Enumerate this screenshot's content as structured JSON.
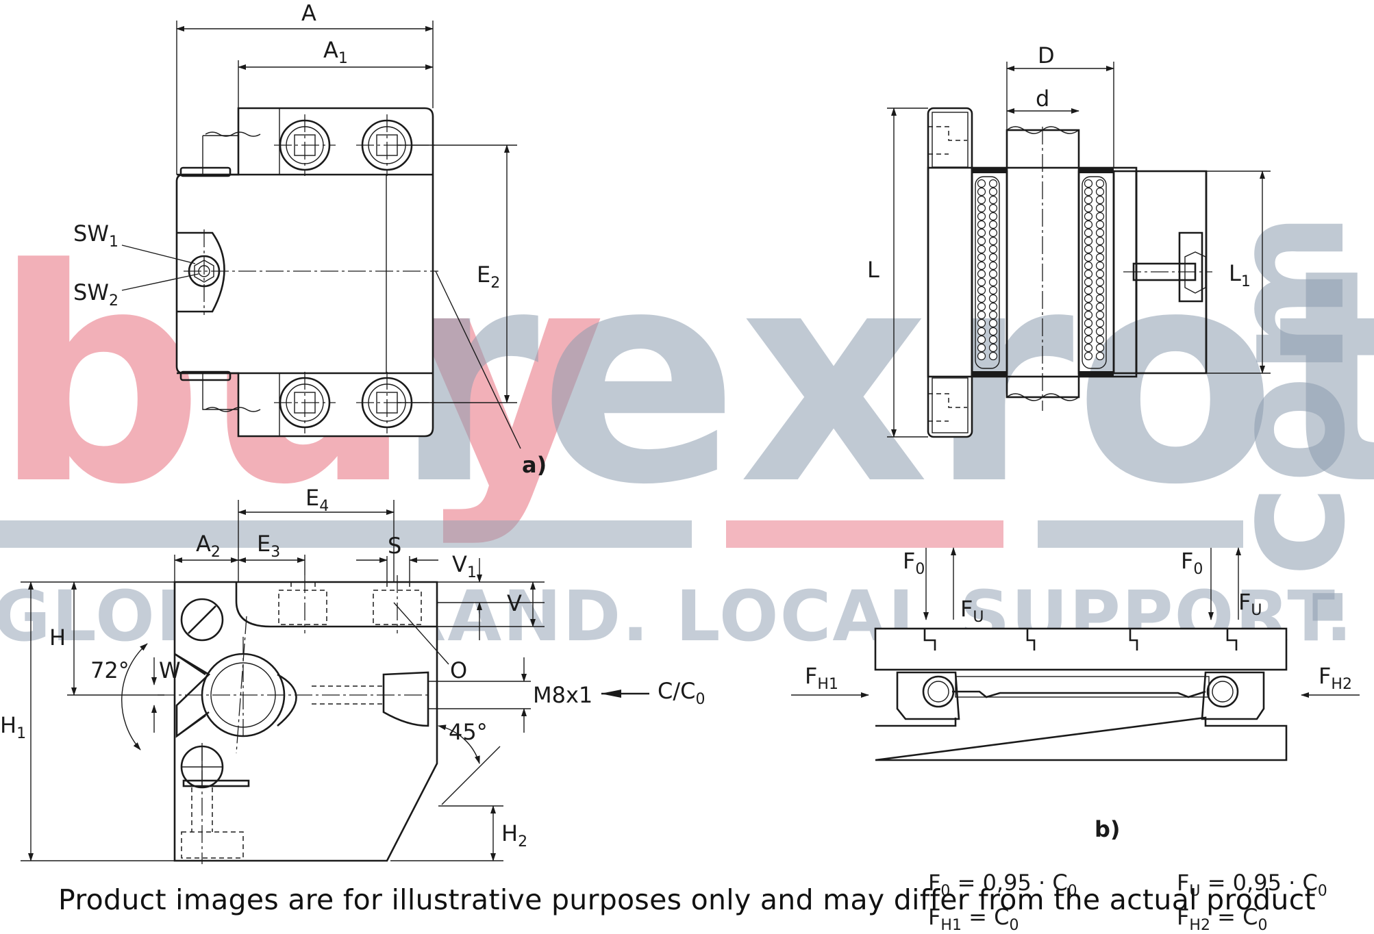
{
  "watermark": {
    "brand_part1": "buy",
    "brand_part2": "rexroth",
    "domain_suffix": ".com",
    "tagline": "GLOBAL BRAND. LOCAL SUPPORT.",
    "colors": {
      "red": "#e8707f",
      "gray": "#8d9db0"
    }
  },
  "view_top": {
    "dim_a": "A",
    "dim_a1": {
      "main": "A",
      "sub": "1"
    },
    "dim_e2": {
      "main": "E",
      "sub": "2"
    },
    "sw1": {
      "main": "SW",
      "sub": "1"
    },
    "sw2": {
      "main": "SW",
      "sub": "2"
    },
    "caption": "a)"
  },
  "view_section": {
    "dim_d_outer": "D",
    "dim_d_inner": "d",
    "dim_l": "L",
    "dim_l1": {
      "main": "L",
      "sub": "1"
    }
  },
  "view_side": {
    "dim_e4": {
      "main": "E",
      "sub": "4"
    },
    "dim_a2": {
      "main": "A",
      "sub": "2"
    },
    "dim_e3": {
      "main": "E",
      "sub": "3"
    },
    "dim_s": "S",
    "dim_v1": {
      "main": "V",
      "sub": "1"
    },
    "dim_v": "V",
    "dim_h": "H",
    "dim_h1": {
      "main": "H",
      "sub": "1"
    },
    "dim_h2": {
      "main": "H",
      "sub": "2"
    },
    "angle_72": "72°",
    "dim_w": "W",
    "dim_o": "O",
    "thread": "M8x1",
    "load": {
      "main": "C/C",
      "sub": "0"
    },
    "angle_45": "45°"
  },
  "view_load": {
    "f0_left": {
      "main": "F",
      "sub": "0"
    },
    "fu_left": {
      "main": "F",
      "sub": "U"
    },
    "f0_right": {
      "main": "F",
      "sub": "0"
    },
    "fu_right": {
      "main": "F",
      "sub": "U"
    },
    "fh1": {
      "main": "F",
      "sub": "H1"
    },
    "fh2": {
      "main": "F",
      "sub": "H2"
    },
    "caption": "b)",
    "formula_f0": {
      "a": "F",
      "a_sub": "0",
      "b": " = 0,95 · C",
      "b_sub": "0"
    },
    "formula_fu": {
      "a": "F",
      "a_sub": "U",
      "b": " = 0,95 · C",
      "b_sub": "0"
    },
    "formula_fh1": {
      "a": "F",
      "a_sub": "H1",
      "b": " = C",
      "b_sub": "0"
    },
    "formula_fh2": {
      "a": "F",
      "a_sub": "H2",
      "b": " = C",
      "b_sub": "0"
    }
  },
  "footer": {
    "disclaimer": "Product images are for illustrative purposes only and may differ from the actual product"
  }
}
